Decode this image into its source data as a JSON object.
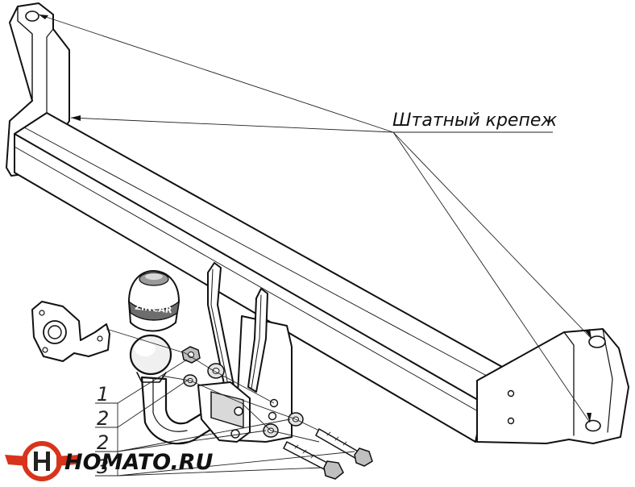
{
  "annotation": {
    "label": "Штатный крепеж"
  },
  "parts": {
    "ball_cover_text": "ZINCAR"
  },
  "part_numbers": [
    "1",
    "2",
    "2",
    "3"
  ],
  "watermark": {
    "text": "HOMATO.RU",
    "logo_color": "#d8341c"
  }
}
